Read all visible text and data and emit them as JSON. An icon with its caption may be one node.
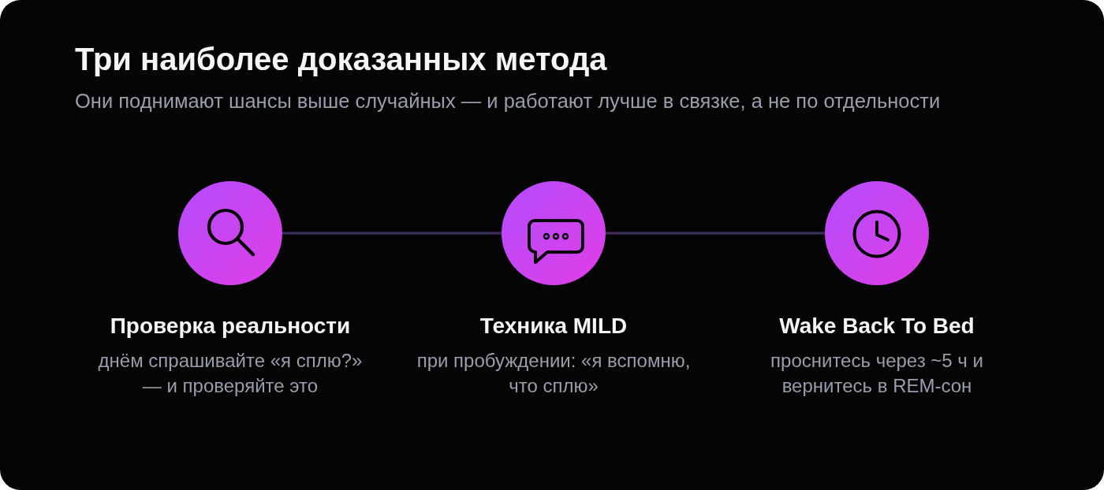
{
  "diagram": {
    "title": "Три наиболее доказанных метода",
    "nodes": [
      {
        "text": [],
        "shape": "circle",
        "beside": [
          "Проверка реальности",
          "днём спрашивайте «я сплю?» — и проверяйте это"
        ]
      },
      {
        "text": [],
        "shape": "circle",
        "beside": [
          "Техника MILD",
          "при пробуждении: «я вспомню, что сплю»"
        ]
      },
      {
        "text": [],
        "shape": "circle",
        "beside": [
          "Wake Back To Bed",
          "проснитесь через ~5 ч и вернитесь в REM-сон"
        ]
      }
    ],
    "edges": [
      {
        "from": 0,
        "to": 1,
        "arrow": "none"
      },
      {
        "from": 1,
        "to": 2,
        "arrow": "none"
      }
    ],
    "labels": [
      "Они поднимают шансы выше случайных — и работают лучше в связке, а не по отдельности"
    ]
  }
}
